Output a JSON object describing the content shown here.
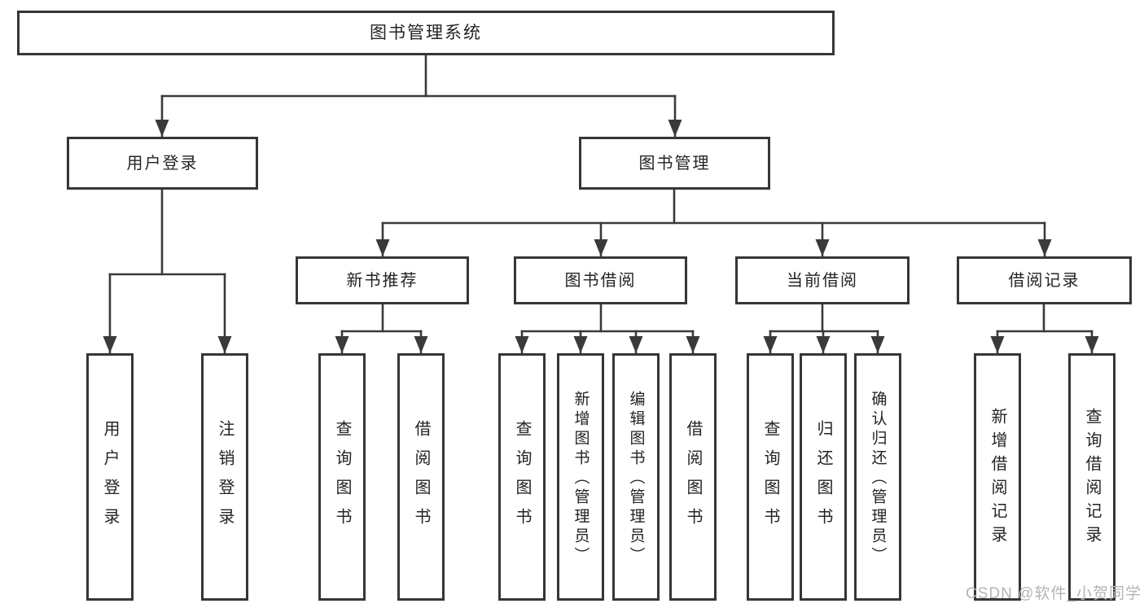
{
  "tree": {
    "root": "图书管理系统",
    "level2": [
      "用户登录",
      "图书管理"
    ],
    "level3": [
      "新书推荐",
      "图书借阅",
      "当前借阅",
      "借阅记录"
    ],
    "leaves": {
      "user_login": [
        "用户登录",
        "注销登录"
      ],
      "new_book_recommend": [
        "查询图书",
        "借阅图书"
      ],
      "book_borrowing": [
        "查询图书",
        "新增图书（管理员）",
        "编辑图书（管理员）",
        "借阅图书"
      ],
      "current_borrowing": [
        "查询图书",
        "归还图书",
        "确认归还（管理员）"
      ],
      "borrowing_records": [
        "新增借阅记录",
        "查询借阅记录"
      ]
    }
  },
  "watermark": "CSDN @软件_小贺同学",
  "colors": {
    "line": "#3a3a3a",
    "box_border": "#363636",
    "text": "#232323",
    "watermark": "#b5b5b5",
    "background": "#ffffff"
  }
}
